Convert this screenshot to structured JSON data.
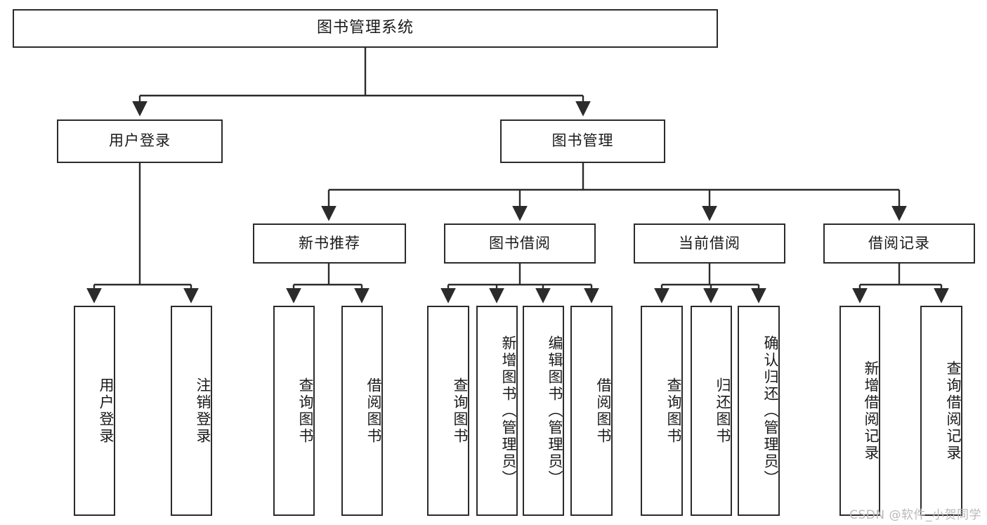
{
  "diagram": {
    "title": "图书管理系统",
    "type": "hierarchy-tree",
    "orientation": "top-down",
    "colors": {
      "box_border": "#2b2b2b",
      "box_fill": "#ffffff",
      "edge": "#2b2b2b",
      "text": "#1a1a1a",
      "watermark": "#b9b9b9",
      "background": "#ffffff"
    }
  },
  "watermark": {
    "text": "CSDN @软件_小贺同学"
  },
  "nodes": {
    "root": {
      "label": "图书管理系统"
    },
    "level2": [
      {
        "label": "用户登录"
      },
      {
        "label": "图书管理"
      }
    ],
    "level3": [
      {
        "label": "新书推荐"
      },
      {
        "label": "图书借阅"
      },
      {
        "label": "当前借阅"
      },
      {
        "label": "借阅记录"
      }
    ],
    "leaves": {
      "user_login": [
        {
          "label": "用户登录"
        },
        {
          "label": "注销登录"
        }
      ],
      "new_book_recommend": [
        {
          "label": "查询图书"
        },
        {
          "label": "借阅图书"
        }
      ],
      "book_borrow": [
        {
          "label": "查询图书"
        },
        {
          "label": "新增图书（管理员）"
        },
        {
          "label": "编辑图书（管理员）"
        },
        {
          "label": "借阅图书"
        }
      ],
      "current_borrow": [
        {
          "label": "查询图书"
        },
        {
          "label": "归还图书"
        },
        {
          "label": "确认归还（管理员）"
        }
      ],
      "borrow_record": [
        {
          "label": "新增借阅记录"
        },
        {
          "label": "查询借阅记录"
        }
      ]
    }
  }
}
